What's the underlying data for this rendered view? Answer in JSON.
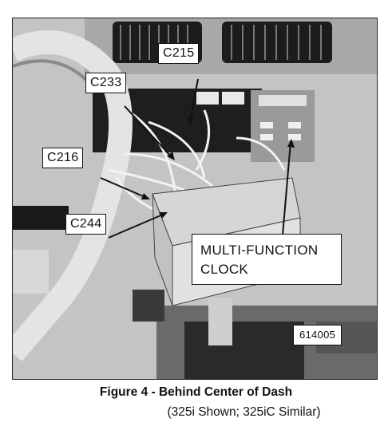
{
  "figure": {
    "callouts": {
      "c215": "C215",
      "c233": "C233",
      "c216": "C216",
      "c244": "C244",
      "multi_function_line1": "MULTI-FUNCTION",
      "multi_function_line2": "CLOCK"
    },
    "figure_number": "614005",
    "caption_title": "Figure 4 - Behind Center of Dash",
    "caption_subtitle": "(325i Shown; 325iC Similar)"
  }
}
